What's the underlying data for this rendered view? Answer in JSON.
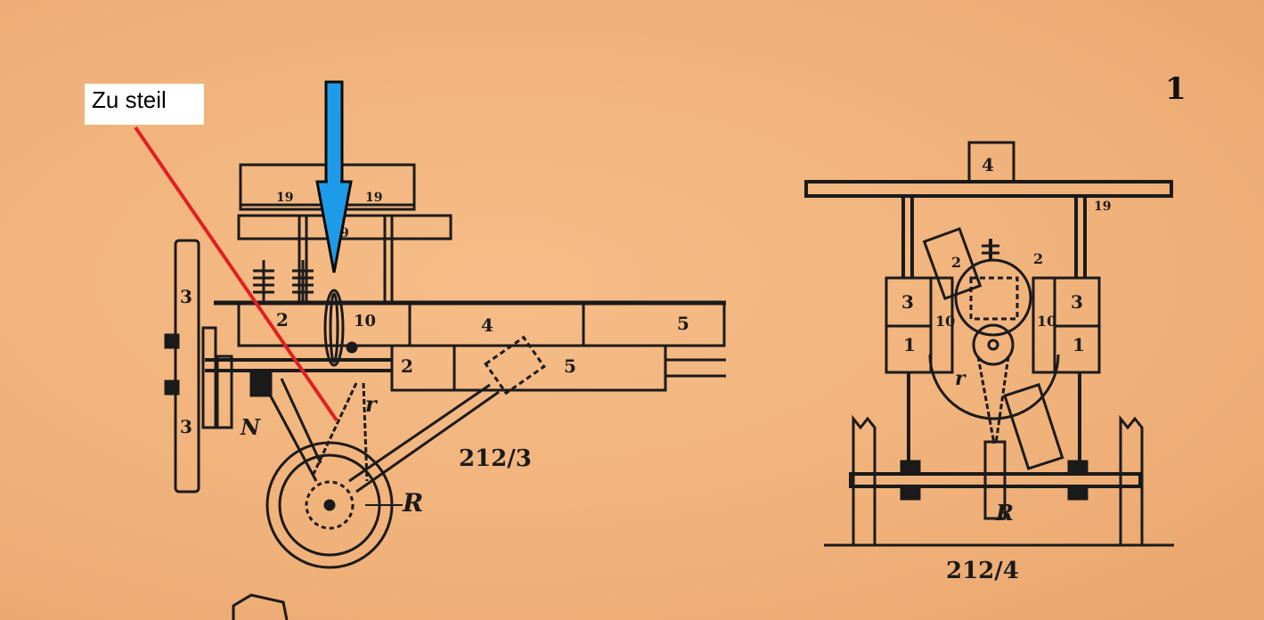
{
  "annotation": {
    "text": "Zu steil",
    "arrow_color": "#1e9be8",
    "line_color": "#e02020"
  },
  "page_number": "1",
  "figure_left": {
    "caption": "212/3",
    "parts": {
      "p19a": "19",
      "p19b": "19",
      "p9": "9",
      "p3a": "3",
      "p3b": "3",
      "p2a": "2",
      "p10": "10",
      "p4": "4",
      "p5a": "5",
      "p2b": "2",
      "p5b": "5",
      "N": "N",
      "r": "r",
      "R": "R"
    }
  },
  "figure_right": {
    "caption": "212/4",
    "parts": {
      "p4": "4",
      "p19": "19",
      "p2a": "2",
      "p2b": "2",
      "p3a": "3",
      "p3b": "3",
      "p10a": "10",
      "p10b": "10",
      "p1a": "1",
      "p1b": "1",
      "r": "r",
      "R": "R"
    }
  },
  "colors": {
    "paper": "#f1b57e",
    "ink": "#1a1a1a"
  }
}
